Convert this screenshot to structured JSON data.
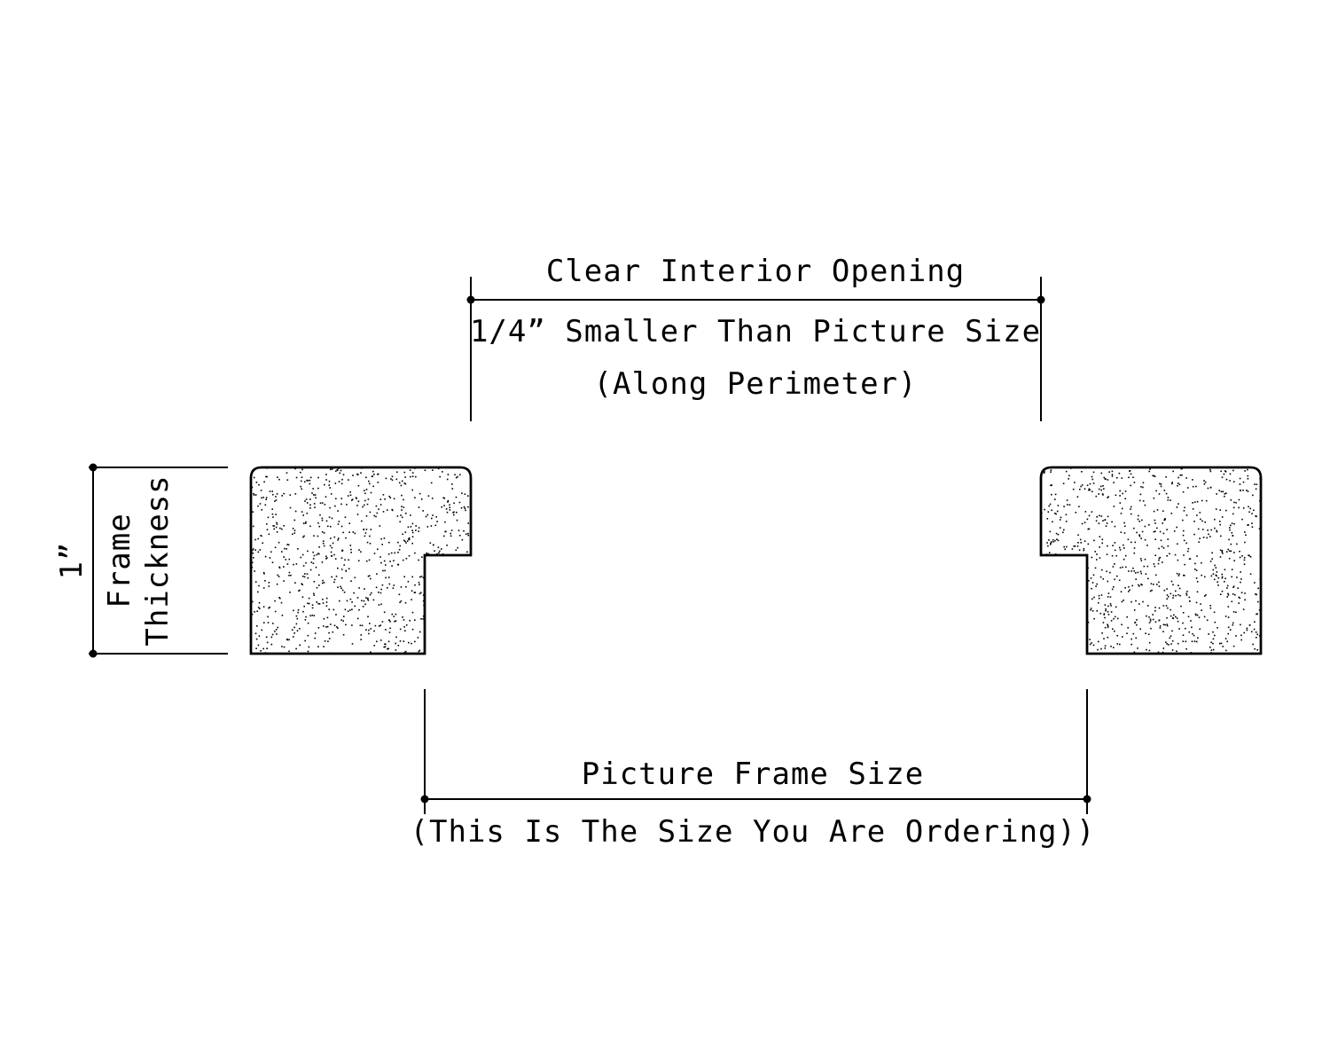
{
  "labels": {
    "clear_interior_opening": "Clear Interior Opening",
    "smaller_than_picture": "1/4” Smaller Than Picture Size",
    "along_perimeter": "(Along Perimeter)",
    "thickness_value": "1”",
    "frame": "Frame",
    "thickness": "Thickness",
    "picture_frame_size": "Picture Frame Size",
    "ordering_note": "(This Is The Size You Are Ordering))"
  },
  "colors": {
    "line": "#000000",
    "background": "#ffffff"
  }
}
